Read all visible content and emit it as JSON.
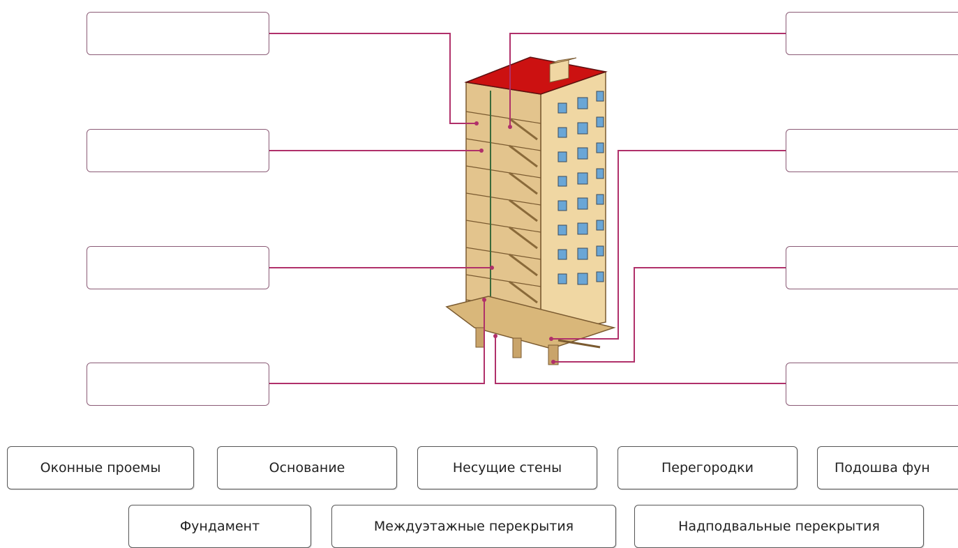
{
  "answer_slots": {
    "left": [
      "",
      "",
      "",
      ""
    ],
    "right": [
      "",
      "",
      "",
      ""
    ]
  },
  "word_bank": {
    "row1": [
      "Оконные проемы",
      "Основание",
      "Несущие стены",
      "Перегородки",
      "Подошва фун"
    ],
    "row2": [
      "Фундамент",
      "Междуэтажные перекрытия",
      "Надподвальные перекрытия"
    ]
  },
  "colors": {
    "leader_line": "#b0306a",
    "roof": "#cc1111",
    "wall": "#f0d7a3",
    "wall_shade": "#d9b77a",
    "window": "#6aa6d6"
  }
}
